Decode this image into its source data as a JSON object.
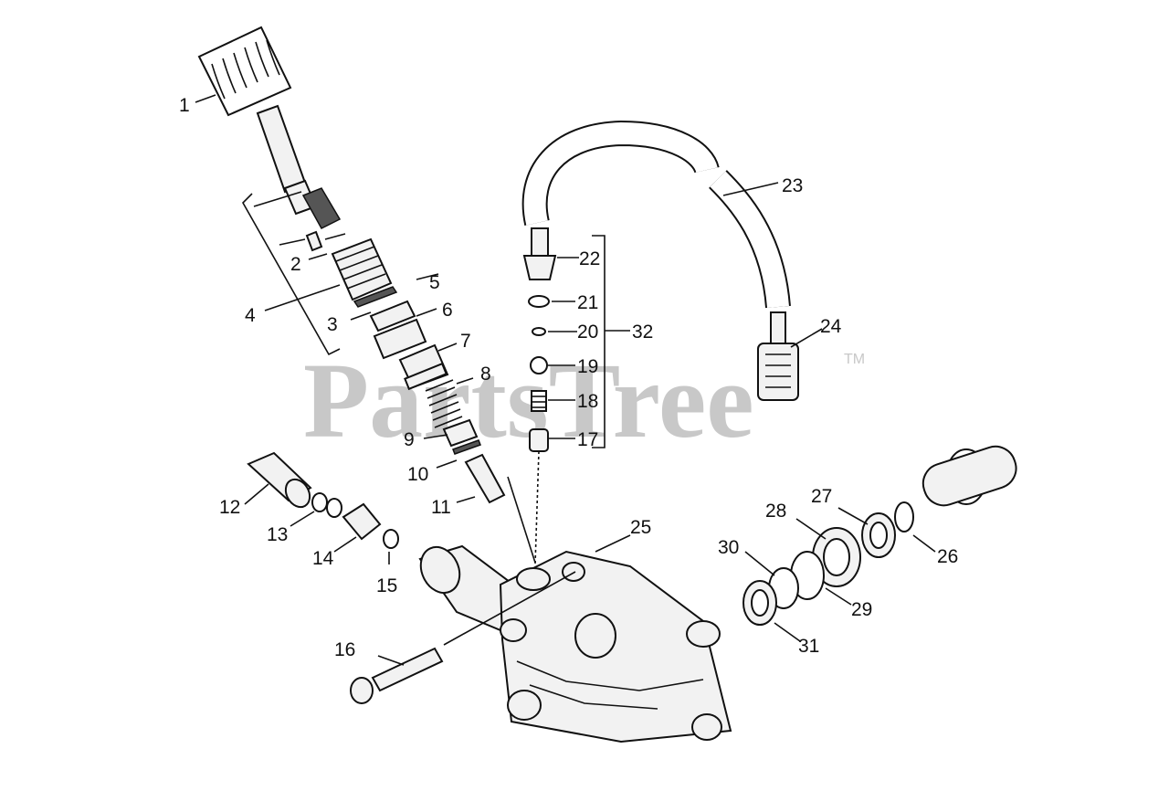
{
  "watermark": {
    "text": "PartsTree",
    "trademark": "TM"
  },
  "callouts": [
    "1",
    "2",
    "3",
    "4",
    "5",
    "6",
    "7",
    "8",
    "9",
    "10",
    "11",
    "12",
    "13",
    "14",
    "15",
    "16",
    "17",
    "18",
    "19",
    "20",
    "21",
    "22",
    "23",
    "24",
    "25",
    "26",
    "27",
    "28",
    "29",
    "30",
    "31",
    "32"
  ]
}
